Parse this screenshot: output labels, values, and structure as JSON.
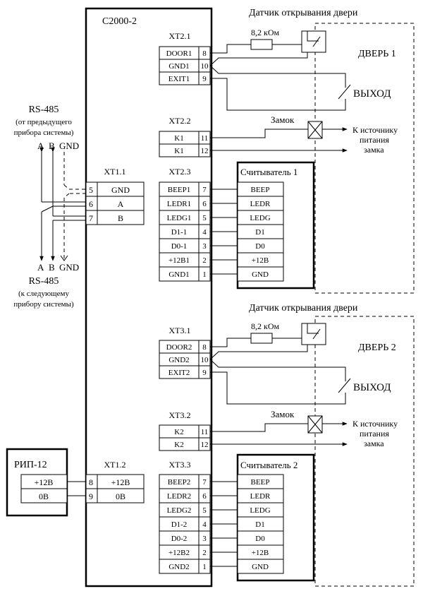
{
  "device": {
    "label": "С2000-2"
  },
  "rs485": {
    "title_top": "RS-485",
    "sub_top_1": "(от предыдущего",
    "sub_top_2": "прибора системы)",
    "title_bottom": "RS-485",
    "sub_bottom_1": "(к следующему",
    "sub_bottom_2": "прибору системы)",
    "a": "A",
    "b": "B",
    "gnd": "GND"
  },
  "xt11": {
    "title": "XT1.1",
    "rows": [
      {
        "num": "5",
        "label": "GND"
      },
      {
        "num": "6",
        "label": "A"
      },
      {
        "num": "7",
        "label": "B"
      }
    ]
  },
  "xt12": {
    "title": "XT1.2",
    "rows": [
      {
        "num": "8",
        "label": "+12В"
      },
      {
        "num": "9",
        "label": "0В"
      }
    ]
  },
  "rip": {
    "title": "РИП-12",
    "rows": [
      "+12В",
      "0В"
    ]
  },
  "door1": {
    "sensor_title": "Датчик открывания двери",
    "door_label": "ДВЕРЬ 1",
    "exit_label": "ВЫХОД",
    "resistor": "8,2 кОм",
    "lock_label": "Замок",
    "power_1": "К источнику",
    "power_2": "питания",
    "power_3": "замка",
    "xt_a": {
      "title": "XT2.1",
      "rows": [
        {
          "label": "DOOR1",
          "num": "8"
        },
        {
          "label": "GND1",
          "num": "10"
        },
        {
          "label": "EXIT1",
          "num": "9"
        }
      ]
    },
    "xt_b": {
      "title": "XT2.2",
      "rows": [
        {
          "label": "K1",
          "num": "11"
        },
        {
          "label": "K1",
          "num": "12"
        }
      ]
    },
    "xt_c": {
      "title": "XT2.3",
      "rows": [
        {
          "label": "BEEP1",
          "num": "7"
        },
        {
          "label": "LEDR1",
          "num": "6"
        },
        {
          "label": "LEDG1",
          "num": "5"
        },
        {
          "label": "D1-1",
          "num": "4"
        },
        {
          "label": "D0-1",
          "num": "3"
        },
        {
          "label": "+12В1",
          "num": "2"
        },
        {
          "label": "GND1",
          "num": "1"
        }
      ]
    },
    "reader": {
      "title": "Считыватель 1",
      "rows": [
        "BEEP",
        "LEDR",
        "LEDG",
        "D1",
        "D0",
        "+12В",
        "GND"
      ]
    }
  },
  "door2": {
    "sensor_title": "Датчик открывания двери",
    "door_label": "ДВЕРЬ 2",
    "exit_label": "ВЫХОД",
    "resistor": "8,2 кОм",
    "lock_label": "Замок",
    "power_1": "К источнику",
    "power_2": "питания",
    "power_3": "замка",
    "xt_a": {
      "title": "XT3.1",
      "rows": [
        {
          "label": "DOOR2",
          "num": "8"
        },
        {
          "label": "GND2",
          "num": "10"
        },
        {
          "label": "EXIT2",
          "num": "9"
        }
      ]
    },
    "xt_b": {
      "title": "XT3.2",
      "rows": [
        {
          "label": "K2",
          "num": "11"
        },
        {
          "label": "K2",
          "num": "12"
        }
      ]
    },
    "xt_c": {
      "title": "XT3.3",
      "rows": [
        {
          "label": "BEEP2",
          "num": "7"
        },
        {
          "label": "LEDR2",
          "num": "6"
        },
        {
          "label": "LEDG2",
          "num": "5"
        },
        {
          "label": "D1-2",
          "num": "4"
        },
        {
          "label": "D0-2",
          "num": "3"
        },
        {
          "label": "+12В2",
          "num": "2"
        },
        {
          "label": "GND2",
          "num": "1"
        }
      ]
    },
    "reader": {
      "title": "Считыватель 2",
      "rows": [
        "BEEP",
        "LEDR",
        "LEDG",
        "D1",
        "D0",
        "+12В",
        "GND"
      ]
    }
  }
}
